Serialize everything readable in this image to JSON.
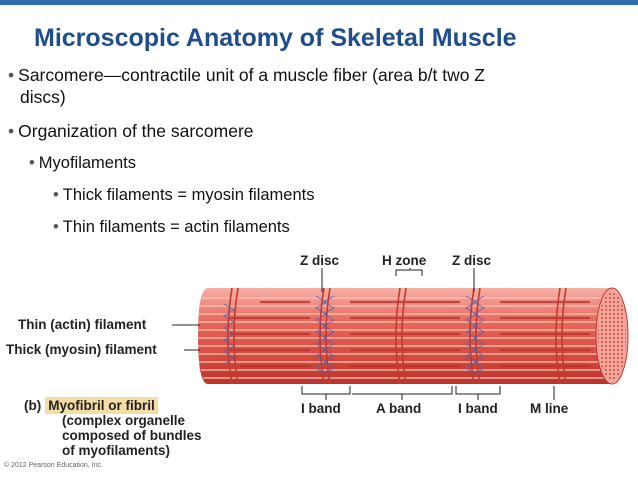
{
  "slide": {
    "title": "Microscopic Anatomy of Skeletal Muscle",
    "accent_color": "#1f4e8c",
    "bar_color": "#2f6db3"
  },
  "bullets": {
    "b0_line1": "Sarcomere—contractile unit of a muscle fiber (area b/t two Z",
    "b0_line2": "discs)",
    "b1": "Organization of the sarcomere",
    "b2": "Myofilaments",
    "b3": "Thick filaments = myosin filaments",
    "b4": "Thin filaments = actin filaments",
    "bullet_glyph": "•"
  },
  "figure": {
    "labels": {
      "z_disc_left": "Z disc",
      "h_zone": "H zone",
      "z_disc_right": "Z disc",
      "thin_filament": "Thin (actin) filament",
      "thick_filament": "Thick (myosin) filament",
      "i_band_left": "I band",
      "a_band": "A band",
      "i_band_right": "I band",
      "m_line": "M line"
    },
    "callout": {
      "letter": "(b)",
      "title": "Myofibril or fibril",
      "line1": "(complex organelle",
      "line2": "composed of bundles",
      "line3": "of myofilaments)"
    },
    "colors": {
      "muscle": "#e05a4e",
      "muscle_dark": "#c2392f",
      "muscle_light": "#f28b7f",
      "highlight": "#f3dca6"
    }
  },
  "copyright": "© 2012 Pearson Education, Inc."
}
